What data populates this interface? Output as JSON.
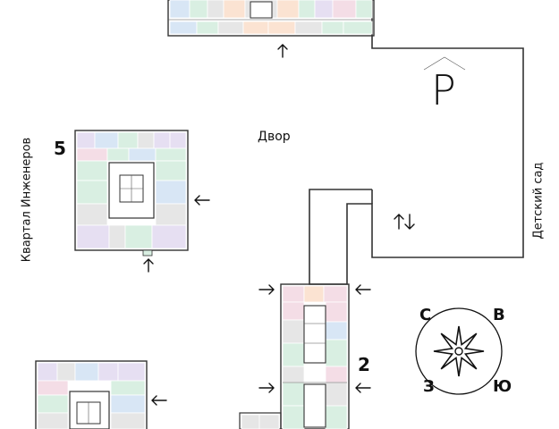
{
  "labels": {
    "courtyard": "Двор",
    "district": "Квартал Инженеров",
    "kindergarten": "Детский сад",
    "parking": "P",
    "building_5": "5",
    "building_2": "2"
  },
  "compass": {
    "north": "С",
    "east": "В",
    "west": "З",
    "south": "Ю"
  },
  "colors": {
    "blue": "#d8e6f5",
    "green": "#d9efe2",
    "purple": "#e6dff2",
    "orange": "#fbe3d2",
    "pink": "#f4dde6",
    "gray": "#e6e6e6"
  }
}
